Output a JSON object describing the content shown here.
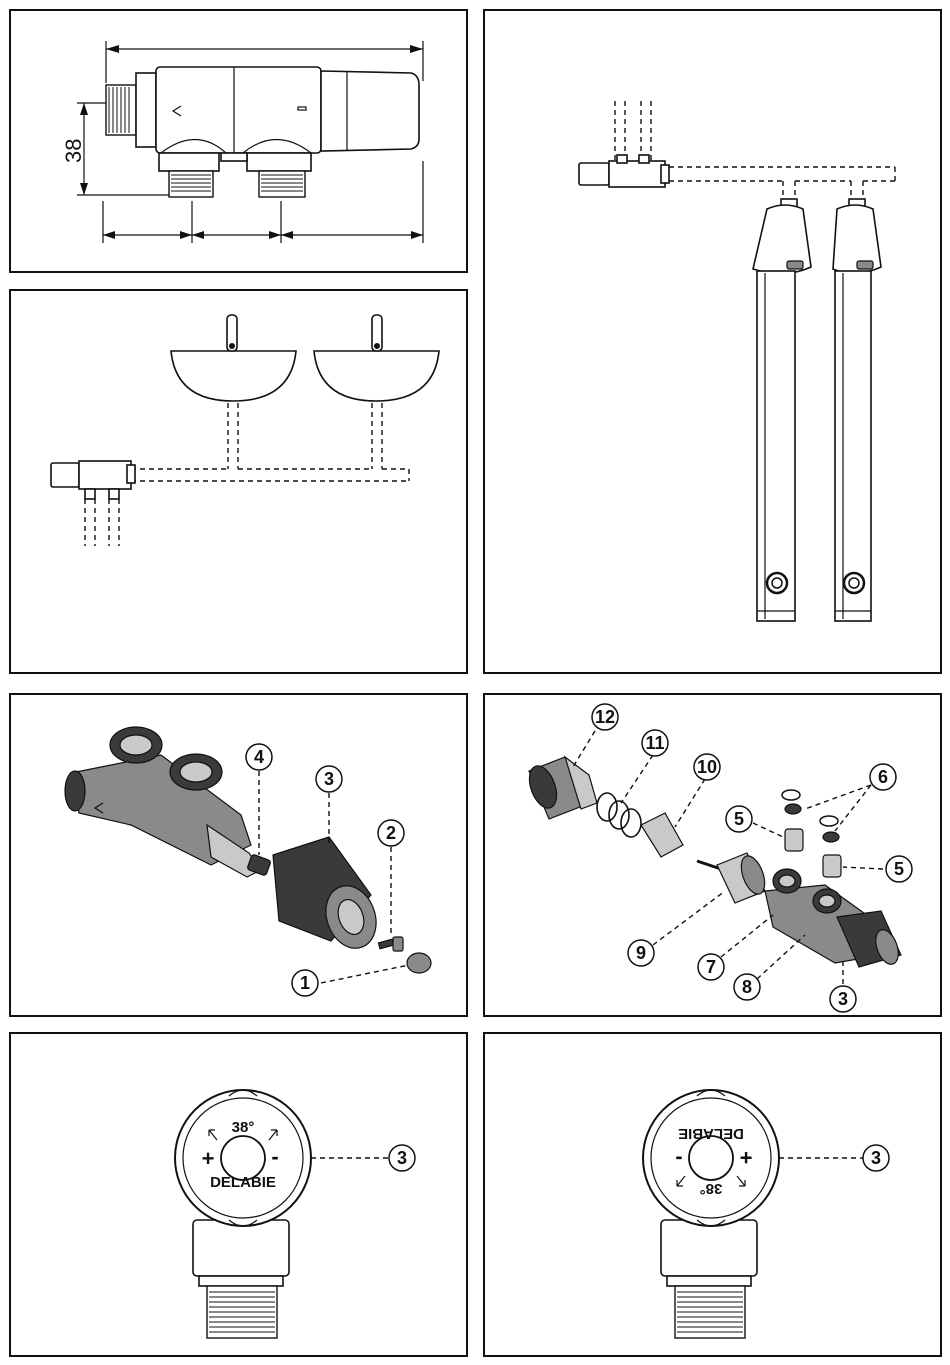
{
  "panels": {
    "p1": {
      "dimension_label": "38"
    },
    "p5": {
      "callouts": [
        "4",
        "3",
        "2",
        "1"
      ]
    },
    "p6": {
      "callouts": [
        "12",
        "11",
        "10",
        "6",
        "5",
        "5",
        "9",
        "7",
        "8",
        "3"
      ]
    },
    "p7": {
      "dial_temp": "38°",
      "dial_plus": "+",
      "dial_minus": "-",
      "dial_brand": "DELABIE",
      "callout": "3"
    },
    "p8": {
      "dial_temp": "38°",
      "dial_plus": "+",
      "dial_minus": "-",
      "dial_brand": "DELABIE",
      "callout": "3"
    }
  },
  "colors": {
    "line": "#111111",
    "dark_part": "#3a3a3a",
    "mid_part": "#8a8a8a",
    "light_part": "#c9c9c9"
  }
}
